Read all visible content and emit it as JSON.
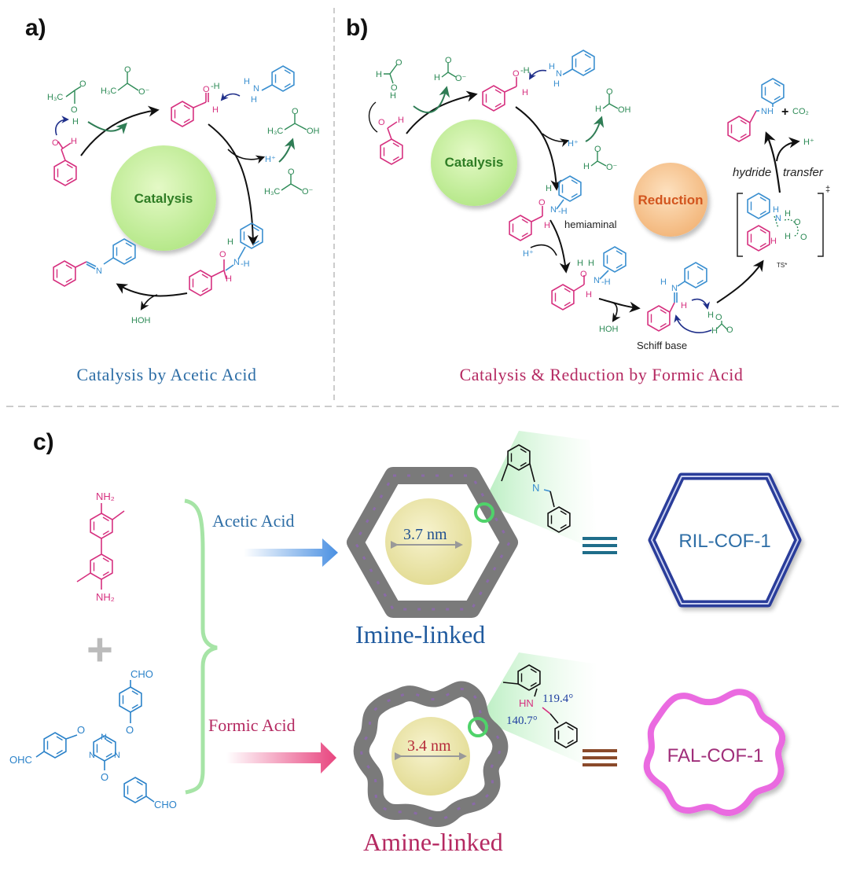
{
  "colors": {
    "magenta": "#d6307f",
    "blue": "#3a8fd0",
    "green": "#2e8b57",
    "navy": "#1f2f8a",
    "dark_green_arrow": "#2f7d55",
    "caption_blue": "#2e6ea6",
    "caption_magenta": "#b52a62",
    "catalysis_fill": "#c8f0a0",
    "reduction_fill": "#f7c795",
    "pore_fill": "#f1ecb0",
    "rilcof_stroke": "#2b3c9a",
    "falcof_stroke": "#ea6ae0"
  },
  "panel_a": {
    "label": "a)",
    "cycle_label": "Catalysis",
    "caption": "Catalysis by Acetic Acid",
    "species": {
      "acetic_h3c": "H₃C",
      "acetic_o_top": "O",
      "acetic_o": "O",
      "acetic_h": "H",
      "acetate_h3c": "H₃C",
      "acetate_o_top": "O",
      "acetate_o_minus": "O⁻",
      "carbonyl_o": "O",
      "carbonyl_h": "H",
      "oxonium_o": "O",
      "oxonium_h": "-H",
      "oxonium_plus_h": "H",
      "aniline_h": "H",
      "aniline_n": "N",
      "aniline_h2": "H",
      "proton": "H⁺",
      "acid_h3c": "H₃C",
      "acid_oh": "OH",
      "acid_o": "O",
      "acetate2_h3c": "H₃C",
      "acetate2_o": "O",
      "acetate2_o_minus": "O⁻",
      "hemi_h": "H",
      "hemi_o": "O",
      "hemi_n": "N",
      "hemi_nh": "-H",
      "hemi_ch": "H",
      "imine_n": "N",
      "water": "HOH"
    }
  },
  "panel_b": {
    "label": "b)",
    "cycle_label_1": "Catalysis",
    "cycle_label_2": "Reduction",
    "caption": "Catalysis & Reduction by Formic Acid",
    "hemiaminal_label": "hemiaminal",
    "schiff_label": "Schiff base",
    "hydride_label_1": "hydride",
    "hydride_label_2": "transfer",
    "ts_label": "TS*",
    "ts_dagger": "‡",
    "product_nh": "NH",
    "product_plus": "+",
    "product_co2": "CO₂",
    "proton": "H⁺",
    "proton2": "H⁺",
    "proton3": "H⁺",
    "water": "HOH",
    "formic_h": "H",
    "formic_o": "O",
    "formic_oh": "OH",
    "formate_o_minus": "O⁻",
    "carbonyl_o": "O",
    "carbonyl_h": "H",
    "oxonium_o": "O",
    "oxonium_h": "-H",
    "n_atom": "N",
    "h_atom": "H"
  },
  "panel_c": {
    "label": "c)",
    "monomer1_nh2_top": "NH₂",
    "monomer1_nh2_bottom": "NH₂",
    "monomer2_cho_top": "CHO",
    "monomer2_cho_left": "OHC",
    "monomer2_cho_bottom": "CHO",
    "monomer2_o": "O",
    "monomer2_n": "N",
    "plus_sign": "+",
    "route_top_label": "Acetic Acid",
    "route_bottom_label": "Formic Acid",
    "pore_top_size": "3.7 nm",
    "pore_bottom_size": "3.4 nm",
    "top_product_label": "Imine-linked",
    "bottom_product_label": "Amine-linked",
    "imine_n": "N",
    "amine_hn": "HN",
    "angle_1": "119.4°",
    "angle_2": "140.7°",
    "top_cof_name": "RIL-COF-1",
    "bottom_cof_name": "FAL-COF-1"
  }
}
